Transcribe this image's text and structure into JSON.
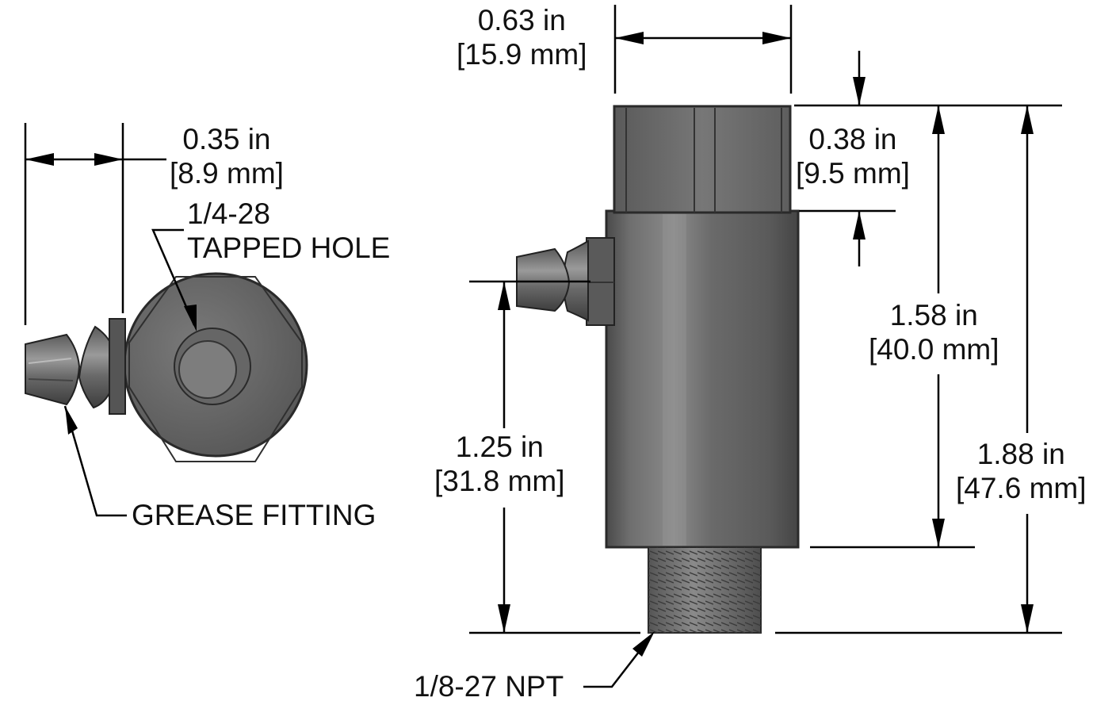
{
  "dimensions": {
    "top_width": {
      "imperial": "0.63 in",
      "metric": "[15.9 mm]"
    },
    "side_offset": {
      "imperial": "0.35 in",
      "metric": "[8.9 mm]"
    },
    "hex_height": {
      "imperial": "0.38 in",
      "metric": "[9.5 mm]"
    },
    "body_height": {
      "imperial": "1.58 in",
      "metric": "[40.0 mm]"
    },
    "fitting_height": {
      "imperial": "1.25 in",
      "metric": "[31.8 mm]"
    },
    "overall_height": {
      "imperial": "1.88 in",
      "metric": "[47.6 mm]"
    }
  },
  "callouts": {
    "tapped_hole": {
      "line1": "1/4-28",
      "line2": "TAPPED HOLE"
    },
    "grease_fitting": "GREASE FITTING",
    "thread": "1/8-27 NPT"
  },
  "colors": {
    "part": "#6b6b6b",
    "part_dark": "#3c3c3c",
    "part_light": "#8e8e8e",
    "line": "#000000"
  }
}
